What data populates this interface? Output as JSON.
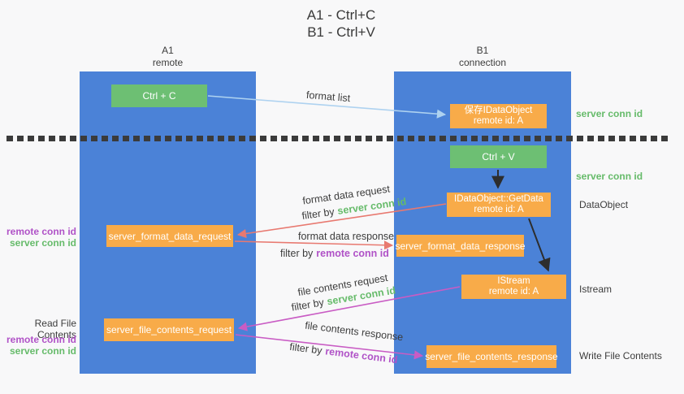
{
  "title": {
    "line1": "A1 - Ctrl+C",
    "line2": "B1 - Ctrl+V"
  },
  "columns": {
    "left": {
      "name": "A1",
      "role": "remote"
    },
    "right": {
      "name": "B1",
      "role": "connection"
    }
  },
  "boxes": {
    "ctrl_c": {
      "label": "Ctrl + C"
    },
    "save_idataobject": {
      "line1": "保存IDataObject",
      "line2": "remote id: A"
    },
    "ctrl_v": {
      "label": "Ctrl + V"
    },
    "getdata": {
      "line1": "IDataObject::GetData",
      "line2": "remote id: A"
    },
    "format_request": {
      "label": "server_format_data_request"
    },
    "format_response": {
      "label": "server_format_data_response"
    },
    "istream": {
      "line1": "IStream",
      "line2": "remote id: A"
    },
    "file_request": {
      "label": "server_file_contents_request"
    },
    "file_response": {
      "label": "server_file_contents_response"
    }
  },
  "labels": {
    "format_list": "format list",
    "format_data_request": "format data request",
    "format_data_response": "format data response",
    "file_contents_request": "file contents request",
    "file_contents_response": "file contents response",
    "filter_by": "filter by",
    "server_conn_id": "server conn id",
    "remote_conn_id": "remote conn id",
    "dataobject": "DataObject",
    "istream": "Istream",
    "read_file_contents": "Read File Contents",
    "write_file_contents": "Write File Contents"
  },
  "colors": {
    "background": "#f8f8f9",
    "column_blue": "#4b82d7",
    "box_green": "#6dbf73",
    "box_orange": "#f8ab49",
    "arrow_light_blue": "#aed2f0",
    "arrow_red": "#e87970",
    "arrow_magenta": "#c95cc4",
    "arrow_black": "#2d2d2d",
    "text_green": "#66bb6a",
    "text_purple": "#b052c7",
    "text_dark": "#3c3c3c"
  }
}
